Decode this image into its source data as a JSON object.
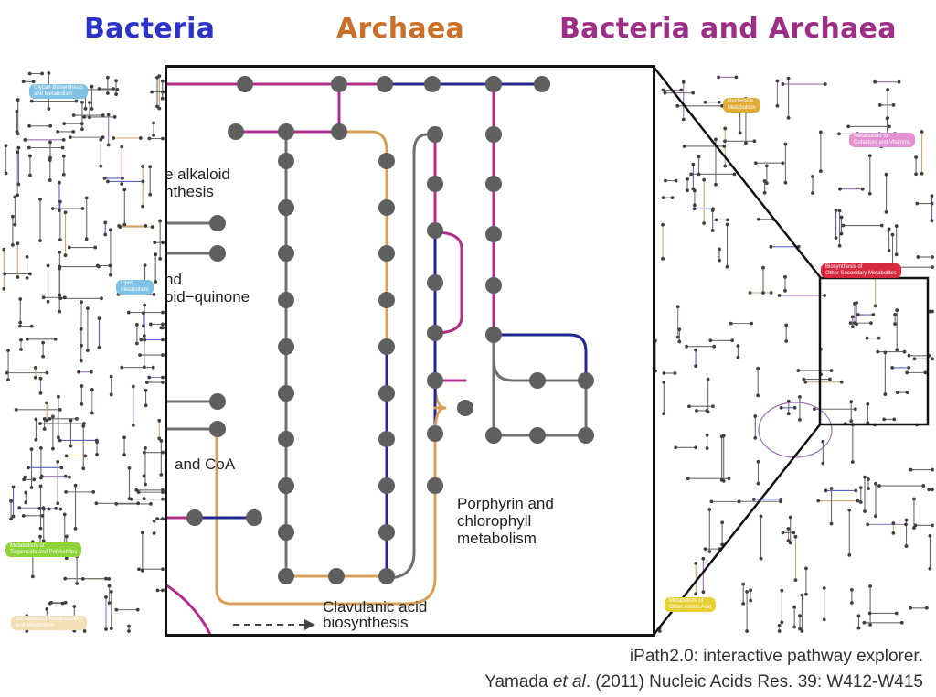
{
  "legend": {
    "bacteria": "Bacteria",
    "archaea": "Archaea",
    "both": "Bacteria and Archaea"
  },
  "colors": {
    "bacteria": "#2c34c8",
    "archaea": "#c8702a",
    "both": "#9c2e86",
    "node": "#5f5f5f",
    "edge_gray": "#7a7a7a",
    "inset_bacteria": "#24278e",
    "inset_archaea": "#d9a055",
    "inset_both": "#b12d8a"
  },
  "inset_labels": {
    "alkaloid_1": "e alkaloid",
    "alkaloid_2": "nthesis",
    "quinone_1": "nd",
    "quinone_2": "oid−quinone",
    "coa": "and CoA",
    "porphyrin_1": "Porphyrin and",
    "porphyrin_2": "chlorophyll",
    "porphyrin_3": "metabolism",
    "clavulanic_1": "Clavulanic acid",
    "clavulanic_2": "biosynthesis"
  },
  "map_chips": {
    "glycan": [
      "Glycan Biosynthesis",
      "and Metabolism"
    ],
    "lipid": [
      "Lipid",
      "Metabolism"
    ],
    "terpenoids": [
      "Metabolism of",
      "Terpenoids and Polyketides"
    ],
    "xenobiotics": [
      "Xenobiotics Biodegradation",
      "and Metabolism"
    ],
    "nucleotide": [
      "Nucleotide",
      "Metabolism"
    ],
    "cofactors": [
      "Metabolism of",
      "Cofactors and Vitamins"
    ],
    "secondary": [
      "Biosynthesis of",
      "Other Secondary Metabolites"
    ],
    "amino": [
      "Metabolism of",
      "Other Amino Acid"
    ]
  },
  "credit": {
    "line1": "iPath2.0: interactive pathway explorer.",
    "line2_authors": "Yamada ",
    "line2_etal": "et al",
    "line2_rest": ". (2011) Nucleic Acids Res. 39: W412-W415"
  }
}
